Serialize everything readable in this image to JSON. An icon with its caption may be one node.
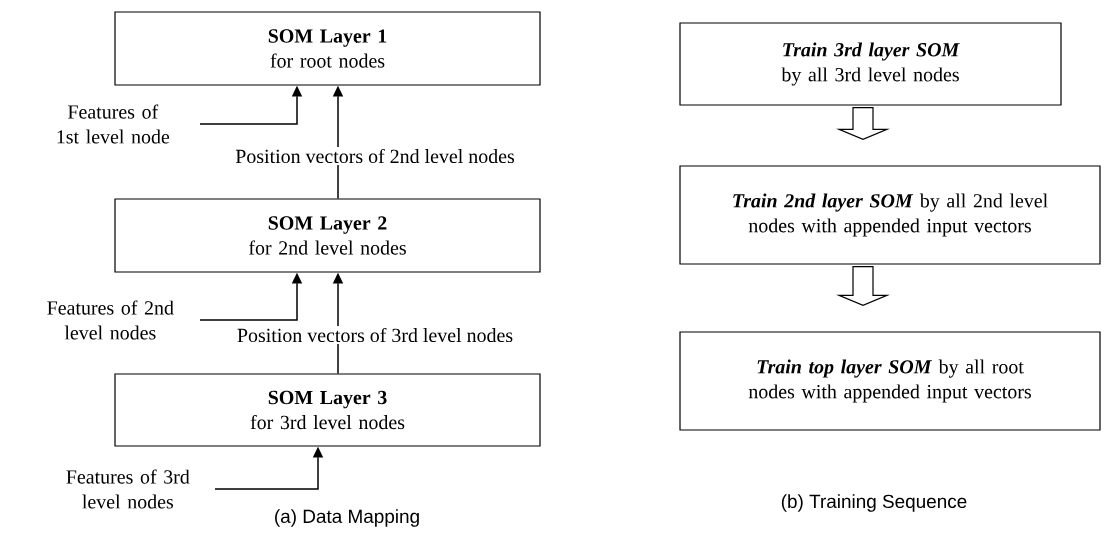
{
  "diagram": {
    "nodes": [
      {
        "text": [
          "SOM Layer 1",
          "for root nodes"
        ]
      },
      {
        "text": [
          "SOM Layer 2",
          "for 2nd level nodes"
        ]
      },
      {
        "text": [
          "SOM Layer 3",
          "for 3rd level nodes"
        ]
      },
      {
        "text": [
          "Features of 1st level node"
        ]
      },
      {
        "text": [
          "Features of 2nd level nodes"
        ]
      },
      {
        "text": [
          "Features of 3rd level nodes"
        ]
      },
      {
        "text": [
          "**Train 3rd layer SOM** by all 3rd level nodes"
        ]
      },
      {
        "text": [
          "**Train 2nd layer SOM** by all 2nd level nodes with appended input vectors"
        ]
      },
      {
        "text": [
          "**Train top layer SOM** by all root nodes with appended input vectors"
        ]
      }
    ],
    "edges": [
      {
        "from": 3,
        "to": 0,
        "arrow": "to"
      },
      {
        "from": 1,
        "to": 0,
        "arrow": "to",
        "label": "Position vectors of 2nd level nodes"
      },
      {
        "from": 4,
        "to": 1,
        "arrow": "to"
      },
      {
        "from": 2,
        "to": 1,
        "arrow": "to",
        "label": "Position vectors of 3rd level nodes"
      },
      {
        "from": 5,
        "to": 2,
        "arrow": "to"
      },
      {
        "from": 6,
        "to": 7,
        "arrow": "to"
      },
      {
        "from": 7,
        "to": 8,
        "arrow": "to"
      }
    ],
    "labels": [
      "(a) Data Mapping",
      "(b) Training Sequence"
    ]
  }
}
